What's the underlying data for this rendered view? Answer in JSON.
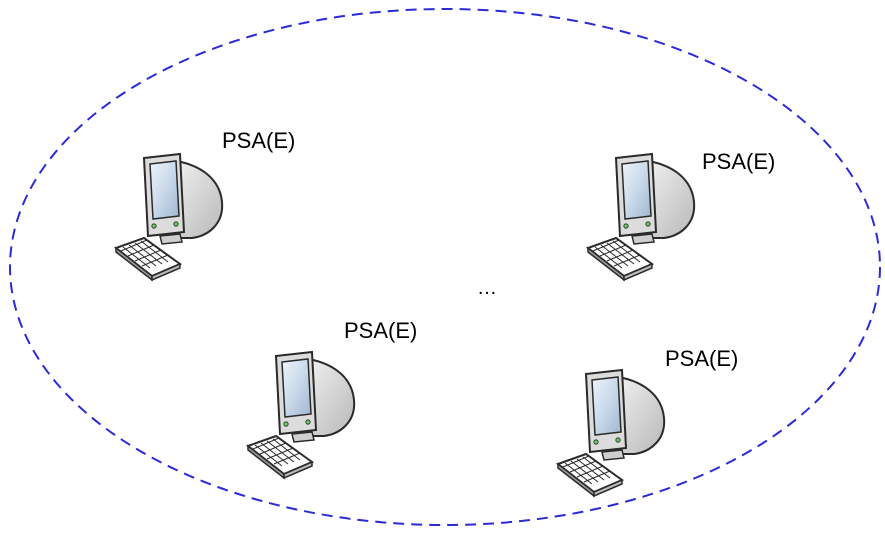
{
  "diagram": {
    "boundary": {
      "style": "dashed",
      "color": "#2b2bd6"
    },
    "nodes": [
      {
        "label": "PSA(E)",
        "icon": "desktop-computer-icon"
      },
      {
        "label": "PSA(E)",
        "icon": "desktop-computer-icon"
      },
      {
        "label": "PSA(E)",
        "icon": "desktop-computer-icon"
      },
      {
        "label": "PSA(E)",
        "icon": "desktop-computer-icon"
      }
    ],
    "ellipsis": "…"
  }
}
